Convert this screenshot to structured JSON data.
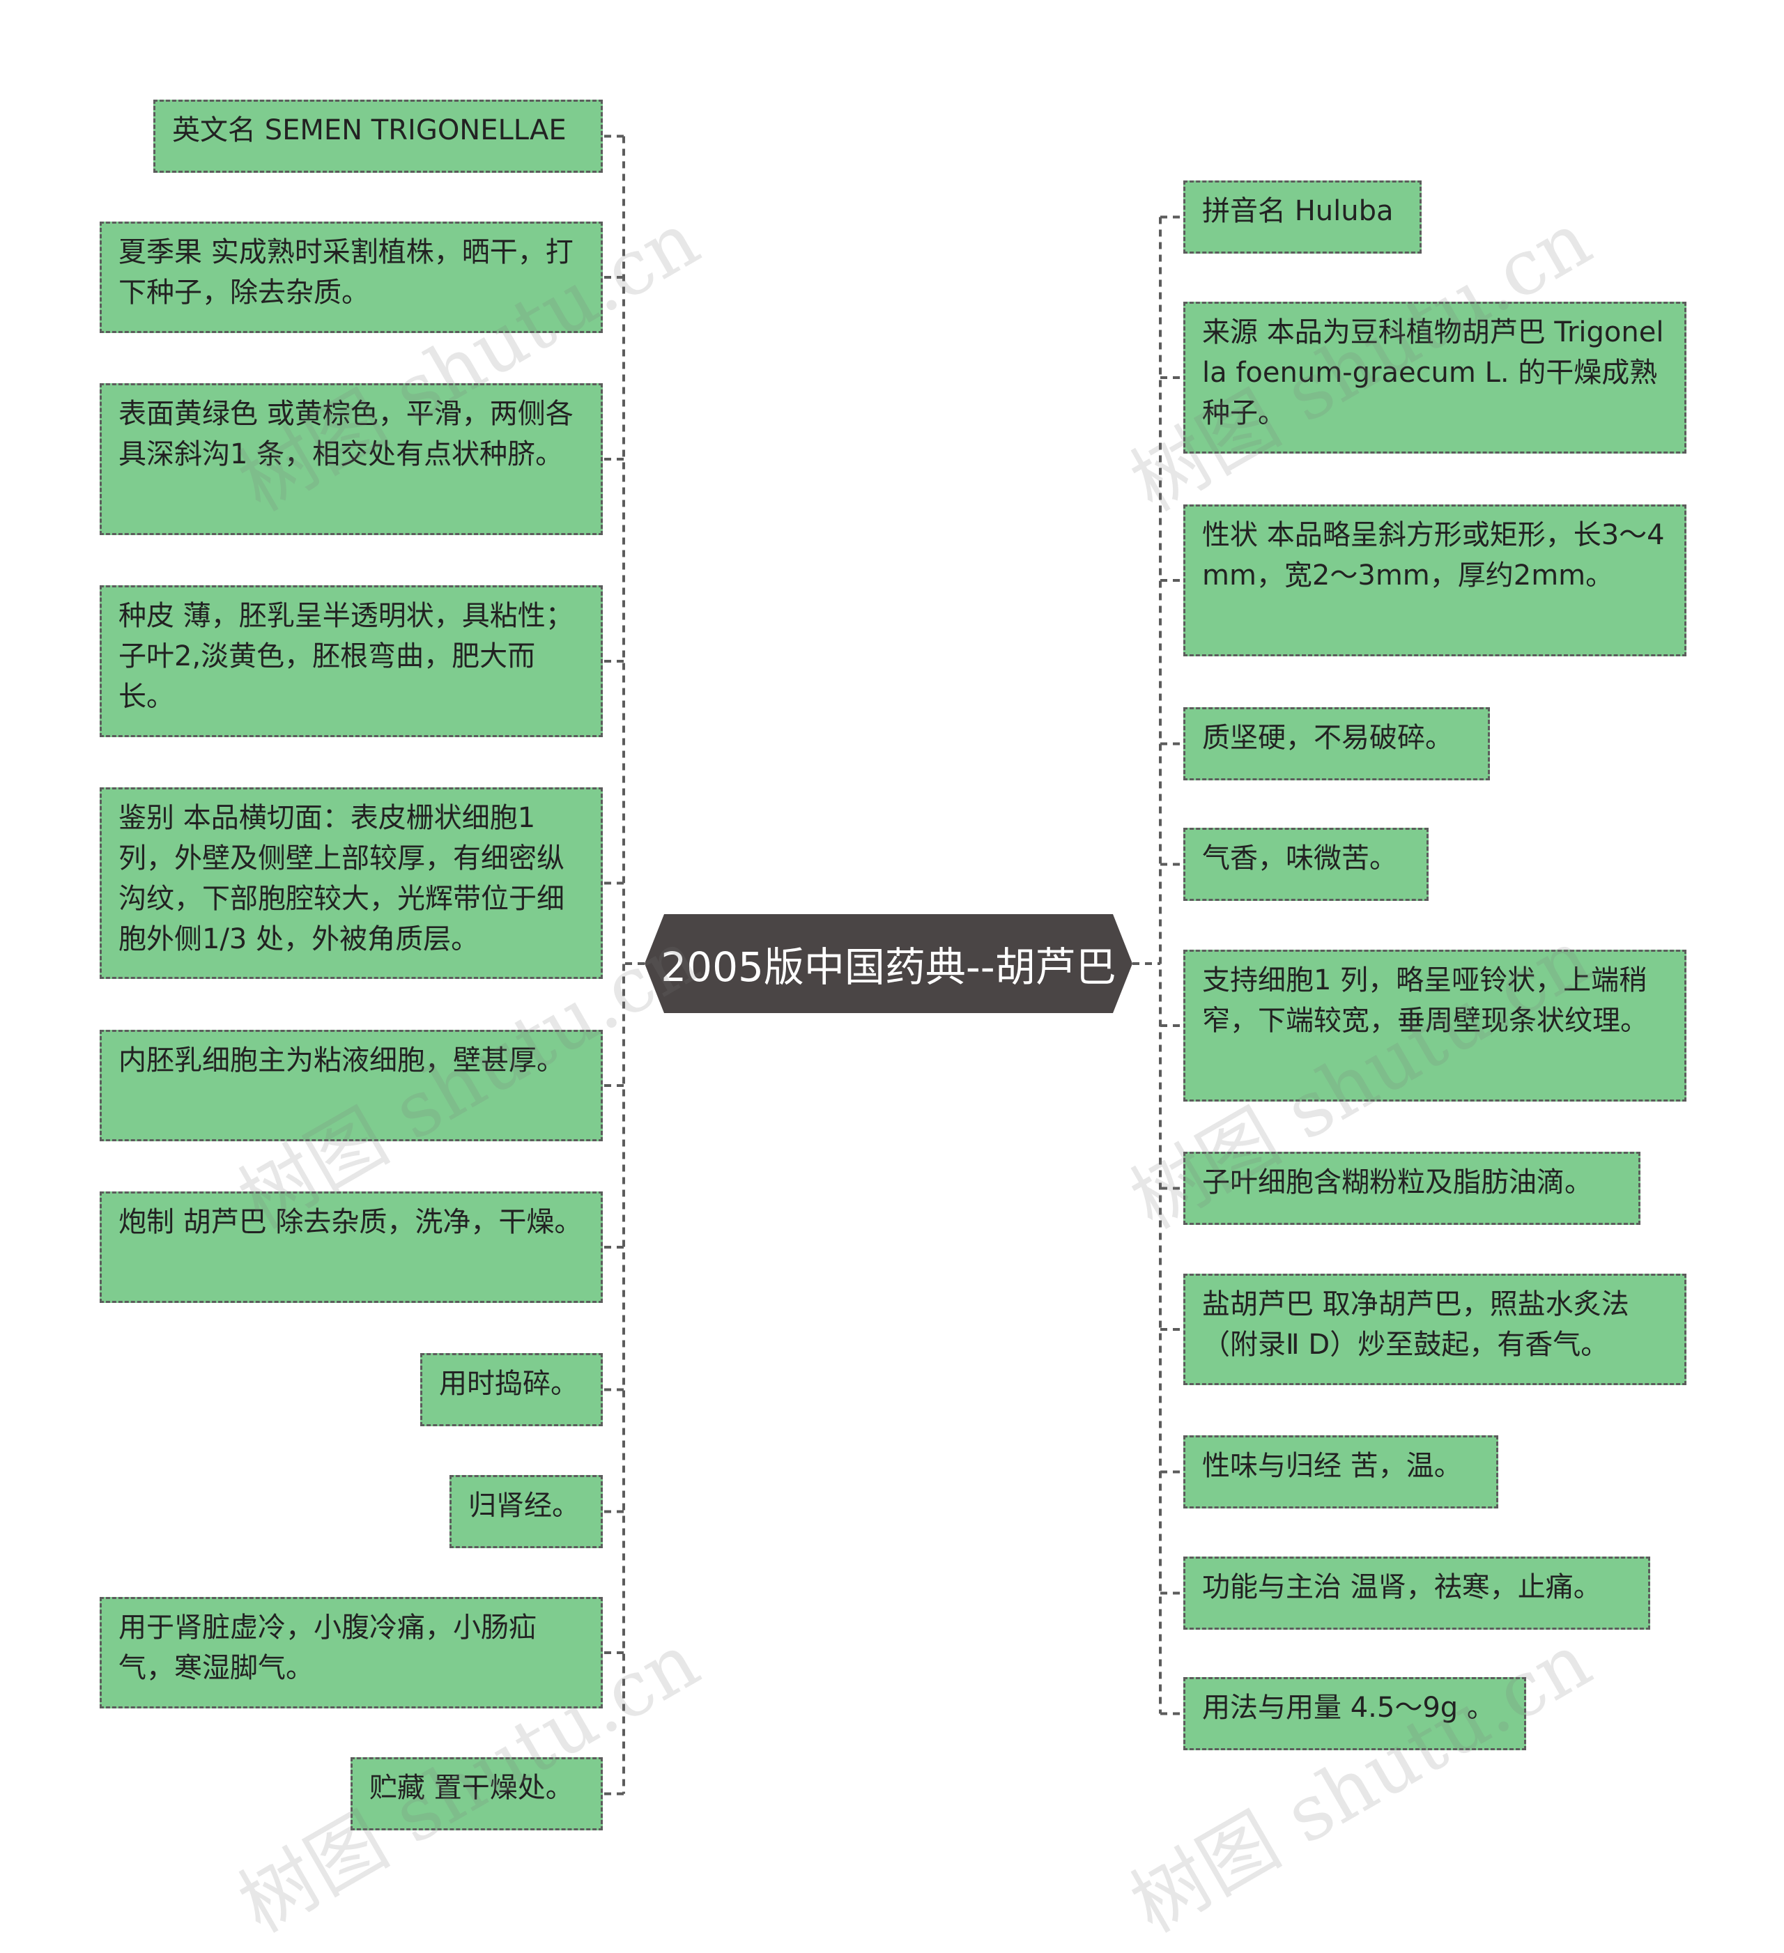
{
  "center": {
    "title": "2005版中国药典--胡芦巴"
  },
  "left_nodes": [
    {
      "text": "英文名 SEMEN TRIGONELLAE"
    },
    {
      "text": "夏季果 实成熟时采割植株，晒干，打下种子，除去杂质。"
    },
    {
      "text": "表面黄绿色 或黄棕色，平滑，两侧各具深斜沟1 条，相交处有点状种脐。"
    },
    {
      "text": "种皮 薄，胚乳呈半透明状，具粘性；子叶2,淡黄色，胚根弯曲，肥大而长。"
    },
    {
      "text": "鉴别 本品横切面：表皮栅状细胞1 列，外壁及侧壁上部较厚，有细密纵沟纹，下部胞腔较大，光辉带位于细胞外侧1/3 处，外被角质层。"
    },
    {
      "text": "内胚乳细胞主为粘液细胞，壁甚厚。"
    },
    {
      "text": "炮制 胡芦巴 除去杂质，洗净，干燥。"
    },
    {
      "text": "用时捣碎。"
    },
    {
      "text": "归肾经。"
    },
    {
      "text": "用于肾脏虚冷，小腹冷痛，小肠疝气，寒湿脚气。"
    },
    {
      "text": "贮藏 置干燥处。"
    }
  ],
  "right_nodes": [
    {
      "text": "拼音名 Huluba"
    },
    {
      "text": "来源 本品为豆科植物胡芦巴 Trigonella foenum-graecum L. 的干燥成熟种子。"
    },
    {
      "text": "性状 本品略呈斜方形或矩形，长3～4mm，宽2～3mm，厚约2mm。"
    },
    {
      "text": "质坚硬，不易破碎。"
    },
    {
      "text": "气香，味微苦。"
    },
    {
      "text": "支持细胞1 列，略呈哑铃状，上端稍窄，下端较宽，垂周壁现条状纹理。"
    },
    {
      "text": "子叶细胞含糊粉粒及脂肪油滴。"
    },
    {
      "text": "盐胡芦巴 取净胡芦巴，照盐水炙法（附录Ⅱ D）炒至鼓起，有香气。"
    },
    {
      "text": "性味与归经 苦，温。"
    },
    {
      "text": "功能与主治 温肾，祛寒，止痛。"
    },
    {
      "text": "用法与用量 4.5～9g 。"
    }
  ],
  "watermark": {
    "text": "树图 shutu.cn"
  },
  "colors": {
    "node_fill": "#7fcc8f",
    "center_fill": "#4a4545",
    "border": "#5c5c5c"
  }
}
